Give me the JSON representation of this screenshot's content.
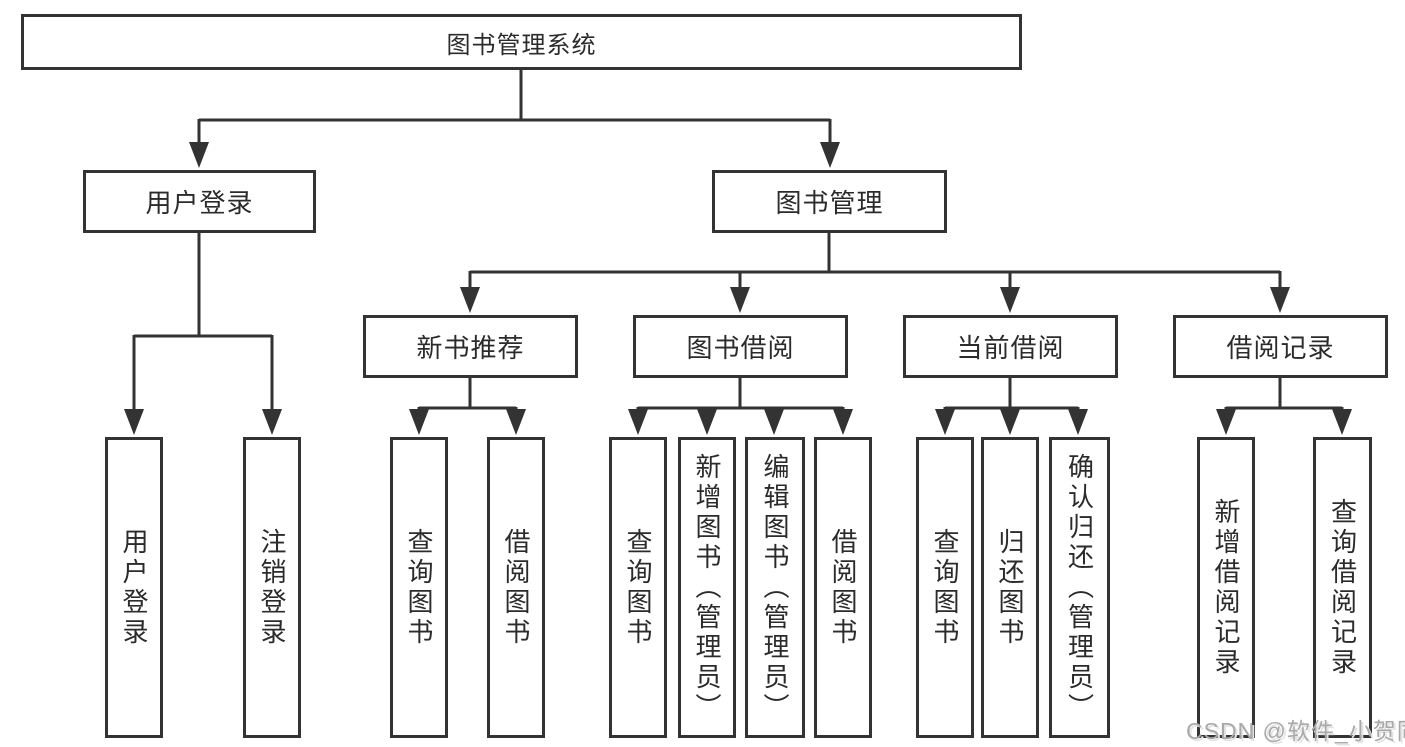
{
  "diagram": {
    "type": "hierarchy",
    "nodes": {
      "root": {
        "label": "图书管理系统"
      },
      "l2": [
        {
          "label": "用户登录",
          "parent": "图书管理系统"
        },
        {
          "label": "图书管理",
          "parent": "图书管理系统"
        }
      ],
      "l3": [
        {
          "label": "新书推荐",
          "parent": "图书管理"
        },
        {
          "label": "图书借阅",
          "parent": "图书管理"
        },
        {
          "label": "当前借阅",
          "parent": "图书管理"
        },
        {
          "label": "借阅记录",
          "parent": "图书管理"
        }
      ],
      "leaf": [
        {
          "label": "用户登录",
          "parent": "用户登录"
        },
        {
          "label": "注销登录",
          "parent": "用户登录"
        },
        {
          "label": "查询图书",
          "parent": "新书推荐"
        },
        {
          "label": "借阅图书",
          "parent": "新书推荐"
        },
        {
          "label": "查询图书",
          "parent": "图书借阅"
        },
        {
          "label": "新增图书（管理员）",
          "parent": "图书借阅"
        },
        {
          "label": "编辑图书（管理员）",
          "parent": "图书借阅"
        },
        {
          "label": "借阅图书",
          "parent": "图书借阅"
        },
        {
          "label": "查询图书",
          "parent": "当前借阅"
        },
        {
          "label": "归还图书",
          "parent": "当前借阅"
        },
        {
          "label": "确认归还（管理员）",
          "parent": "当前借阅"
        },
        {
          "label": "新增借阅记录",
          "parent": "借阅记录"
        },
        {
          "label": "查询借阅记录",
          "parent": "借阅记录"
        }
      ]
    },
    "colors": {
      "line": "#333333",
      "border": "#333333",
      "text": "#2b2b2b",
      "background": "#ffffff",
      "watermark": "#a9a9a9"
    }
  },
  "watermark": {
    "text": "CSDN @软件_小贺同学"
  }
}
